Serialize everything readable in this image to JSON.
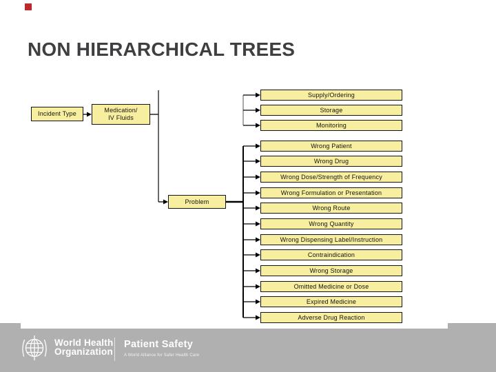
{
  "slide": {
    "title": "NON HIERARCHICAL TREES",
    "accent_square_color": "#c0272d",
    "background_color": "#ffffff"
  },
  "diagram": {
    "box_fill_color": "#f7ee9f",
    "box_border_color": "#111111",
    "nodes": {
      "incident": {
        "label": "Incident Type"
      },
      "medication": {
        "line1": "Medication/",
        "line2": "IV Fluids"
      },
      "problem": {
        "label": "Problem"
      }
    },
    "top_branches": [
      "Supply/Ordering",
      "Storage",
      "Monitoring"
    ],
    "problem_branches": [
      "Wrong Patient",
      "Wrong Drug",
      "Wrong Dose/Strength of Frequency",
      "Wrong Formulation or Presentation",
      "Wrong Route",
      "Wrong Quantity",
      "Wrong Dispensing Label/Instruction",
      "Contraindication",
      "Wrong Storage",
      "Omitted Medicine or Dose",
      "Expired Medicine",
      "Adverse Drug Reaction"
    ]
  },
  "footer": {
    "band_color": "#b0b0b0",
    "who_logo_icon": "who-emblem-icon",
    "org_name_line1": "World Health",
    "org_name_line2": "Organization",
    "program_title": "Patient Safety",
    "program_tagline": "A World Alliance for Safer Health Care"
  }
}
